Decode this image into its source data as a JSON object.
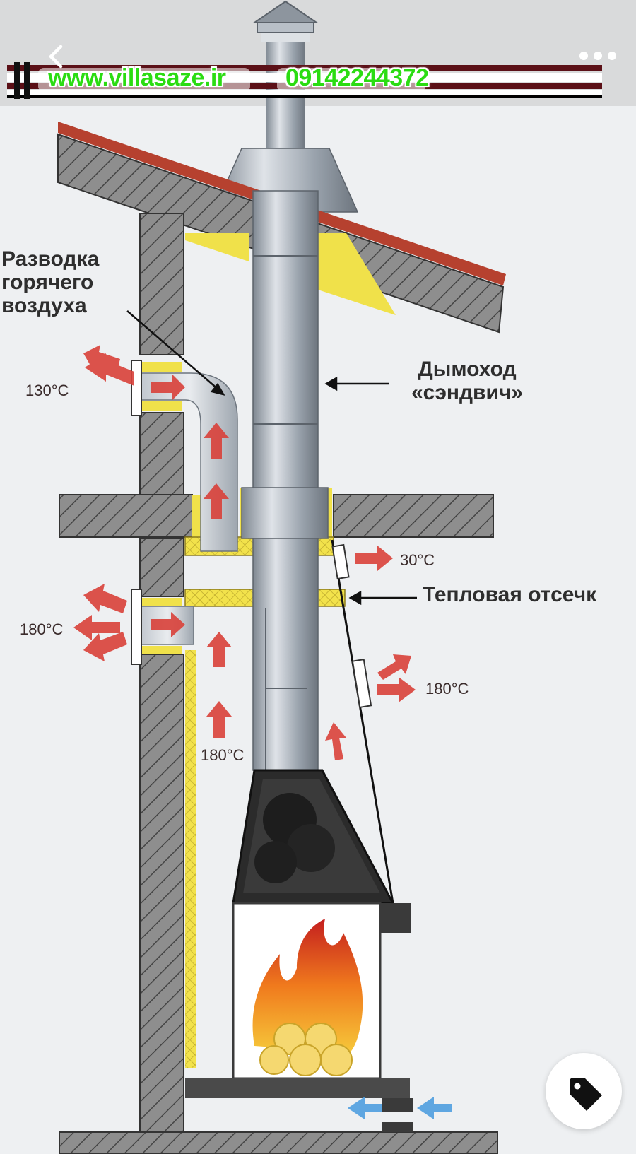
{
  "nav": {
    "back_icon": "chevron-left-icon",
    "more_icon": "more-horizontal-icon"
  },
  "banner": {
    "url": "www.villasaze.ir",
    "phone": "09142244372",
    "text_color": "#2bdc12",
    "stripe_color": "#5b1017"
  },
  "diagram": {
    "label_hot_air": "Разводка\nгорячего\nвоздуха",
    "label_chimney": "Дымоход\n«сэндвич»",
    "label_heat_cut": "Тепловая отсечк",
    "temp_top": "130°C",
    "temp_mid_right": "30°C",
    "temp_mid_left": "180°C",
    "temp_right": "180°C",
    "temp_center": "180°C",
    "colors": {
      "brick": "#8c8c8c",
      "roof": "#b6412f",
      "insulation": "#f0e14a",
      "pipe": "#a9b0b9",
      "hot_arrow": "#d9413a",
      "cold_arrow": "#4f9fe0"
    }
  },
  "actions": {
    "tag_icon": "tag-icon"
  }
}
